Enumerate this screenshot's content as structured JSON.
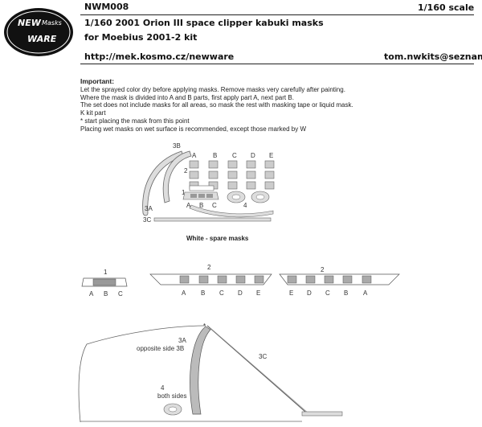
{
  "header": {
    "code": "NWM008",
    "scale": "1/160 scale",
    "title_line1": "1/160 2001 Orion III space clipper kabuki masks",
    "title_line2": "for Moebius 2001-2 kit",
    "url": "http://mek.kosmo.cz/newware",
    "email": "tom.nwkits@seznam.cz"
  },
  "logo": {
    "line1": "NEW",
    "line2": "Masks",
    "line3": "WARE"
  },
  "notes": {
    "heading": "Important:",
    "lines": [
      "Let the sprayed color dry before applying masks. Remove masks very carefully after painting.",
      "Where the mask is divided into A and B parts, first apply part A, next part B.",
      "The set does not include masks for all areas, so mask the rest with masking tape or liquid mask.",
      "K  kit part",
      "*  start placing the mask from this point",
      "Placing wet masks on wet surface is recommended, except those marked by W"
    ]
  },
  "sheet": {
    "label_3B": "3B",
    "label_3A": "3A",
    "label_3C": "3C",
    "label_1": "1",
    "label_2": "2",
    "label_4": "4",
    "top_letters": [
      "A",
      "B",
      "C",
      "D",
      "E"
    ],
    "bottom_letters": [
      "A",
      "B",
      "C"
    ]
  },
  "spare_caption": "White - spare masks",
  "diagram": {
    "part1": {
      "number": "1",
      "letters": [
        "A",
        "B",
        "C"
      ]
    },
    "part2_left": {
      "number": "2",
      "letters": [
        "A",
        "B",
        "C",
        "D",
        "E"
      ]
    },
    "part2_right": {
      "number": "2",
      "letters": [
        "E",
        "D",
        "C",
        "B",
        "A"
      ]
    }
  },
  "side_view": {
    "label_3A": "3A",
    "label_opposite": "opposite side 3B",
    "label_3C": "3C",
    "label_4": "4",
    "label_both": "both sides",
    "star": "*"
  }
}
